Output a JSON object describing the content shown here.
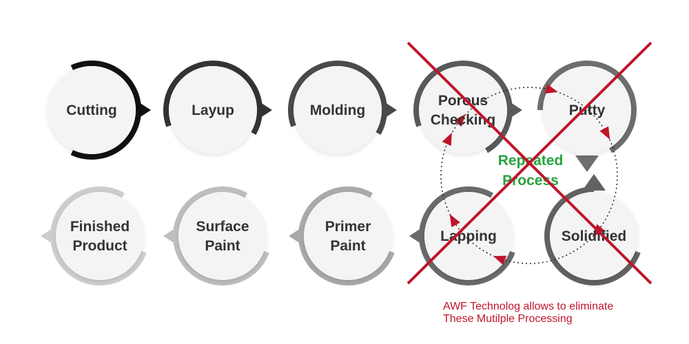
{
  "colors": {
    "background": "#ffffff",
    "node_fill": "#f4f4f4",
    "text": "#333333",
    "accent_red": "#c0142a",
    "accent_green": "#27a33f",
    "ring_black": "#111111",
    "ring_dark_gray": "#3c3c3c",
    "ring_gray": "#606060",
    "ring_light_gray": "#c8c8c8",
    "ring_silver": "#a9a9a9"
  },
  "stages": [
    {
      "id": "cutting",
      "lines": [
        "Cutting"
      ],
      "ring_color": "#111111"
    },
    {
      "id": "layup",
      "lines": [
        "Layup"
      ],
      "ring_color": "#333333"
    },
    {
      "id": "molding",
      "lines": [
        "Molding"
      ],
      "ring_color": "#4a4a4a"
    },
    {
      "id": "porous-checking",
      "lines": [
        "Porous",
        "Checking"
      ],
      "ring_color": "#5a5a5a"
    },
    {
      "id": "putty",
      "lines": [
        "Putty"
      ],
      "ring_color": "#6e6e6e"
    },
    {
      "id": "solidified",
      "lines": [
        "Solidified"
      ],
      "ring_color": "#626262"
    },
    {
      "id": "lapping",
      "lines": [
        "Lapping"
      ],
      "ring_color": "#6a6a6a"
    },
    {
      "id": "primer-paint",
      "lines": [
        "Primer",
        "Paint"
      ],
      "ring_color": "#a9a9a9"
    },
    {
      "id": "surface-paint",
      "lines": [
        "Surface",
        "Paint"
      ],
      "ring_color": "#bebebe"
    },
    {
      "id": "finished-product",
      "lines": [
        "Finished",
        "Product"
      ],
      "ring_color": "#cdcdcd"
    }
  ],
  "repeated_process": {
    "lines": [
      "Repeated",
      "Process"
    ]
  },
  "note": {
    "lines": [
      "AWF Technolog allows to eliminate",
      "These Mutilple Processing"
    ]
  }
}
